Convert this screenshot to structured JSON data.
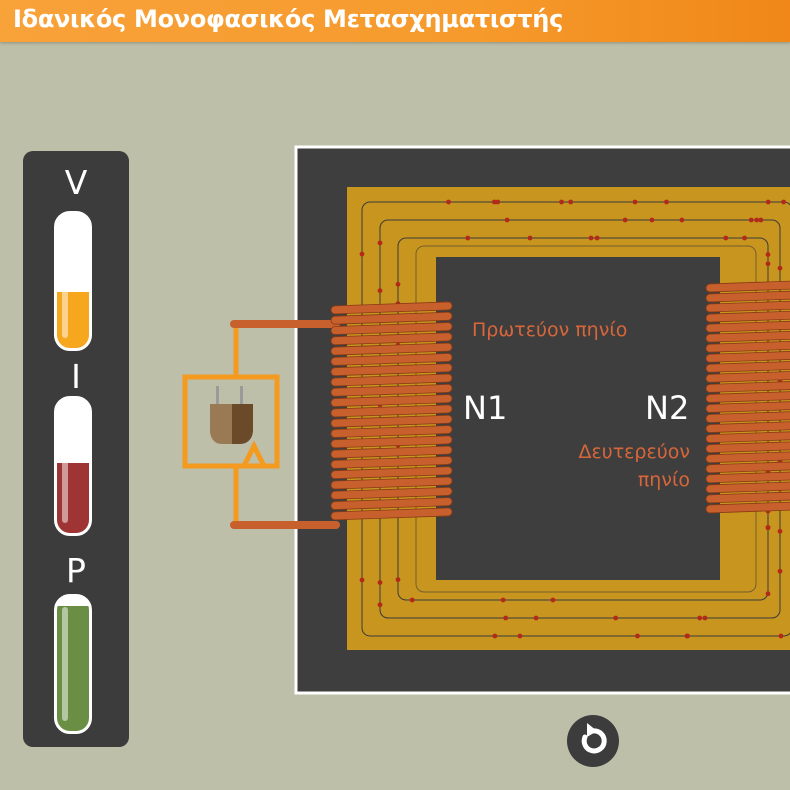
{
  "header": {
    "title": "Ιδανικός Μονοφασικός Μετασχηματιστής"
  },
  "meters": [
    {
      "label": "V",
      "level": 0.42,
      "color": "#f6a71e"
    },
    {
      "label": "I",
      "level": 0.52,
      "color": "#9e3434"
    },
    {
      "label": "P",
      "level": 0.93,
      "color": "#6b8e45"
    }
  ],
  "transformer": {
    "primary_label": "Πρωτεύον πηνίο",
    "secondary_label": "Δευτερεύον πηνίο",
    "n1_label": "N1",
    "n2_label": "N2"
  },
  "controls": {
    "reset_icon": "reset-icon"
  },
  "colors": {
    "background": "#bdbfa9",
    "core": "#c8961f",
    "panel": "#3c3c3c",
    "coil": "#c7602c",
    "circuit": "#f49a1f"
  }
}
